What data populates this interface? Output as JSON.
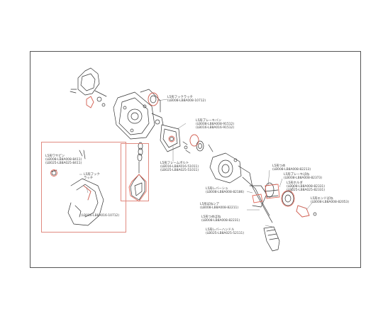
{
  "colors": {
    "highlight": "#e06a5c",
    "line": "#333333",
    "frame": "#555555"
  },
  "labels": {
    "latch_top_name": "L5形フックラッチ",
    "latch_top_codes": "(LB008-LB8A008-10712)",
    "brake_name": "L5形ブレーキバン",
    "brake_code1": "(LB008-LB8A008-91512)",
    "brake_code2": "(LB016-LB8A016-91512)",
    "frame_name": "L5形フレームボルト",
    "frame_code1": "(LB016-LB8A016-51011)",
    "frame_code2": "(LB025-LB8A025-51011)",
    "pin_name": "L5形ワヤピン",
    "pin_code1": "(LB008-LB8A008-8411)",
    "pin_code2": "(LB025-LB8A025-8411)",
    "hook_name1": "L5形フック",
    "hook_name2": "ラッチ",
    "hook_code": "(LB016-LB8A016-10712)",
    "spring_name": "L5形つめ",
    "spring_code1": "(LB008-LB8A008-82213)",
    "brake_spring_name": "L5形ブレーキばね",
    "brake_spring_code": "(LB008-LB8A008-82373)",
    "nut_name": "L5形ホルダ",
    "nut_code1": "(LB008-LB8A008-82331)",
    "nut_code2": "(LB025-LB8A025-82331)",
    "end_name": "L5形エンドばね",
    "end_code": "(LB008-LB8A008-82053)",
    "lever_spring_name": "L5形レバーシュ",
    "lever_spring_code": "(LB008-LB8A008-82186)",
    "ratchet_name": "L5形ばねシア",
    "ratchet_code": "(LB008-LB8A008-82211)",
    "pawl_name": "L5形つめばね",
    "pawl_code": "(LB008-LB8A008-82231)",
    "lever_name": "L5形レバーハンドル",
    "lever_code": "(LB025-LB8A025-52111)"
  }
}
